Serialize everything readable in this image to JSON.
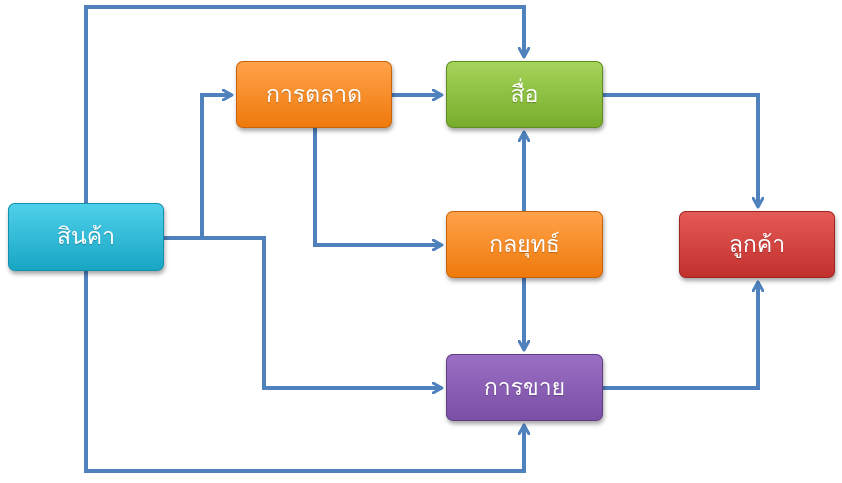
{
  "nodes": {
    "product": {
      "label": "สินค้า",
      "color_top": "#4fd0ea",
      "color_bottom": "#18a6c4",
      "border": "#1390ab"
    },
    "marketing": {
      "label": "การตลาด",
      "color_top": "#ffa24a",
      "color_bottom": "#ef7a0c",
      "border": "#c9630a"
    },
    "media": {
      "label": "สื่อ",
      "color_top": "#a4d45a",
      "color_bottom": "#78ad2b",
      "border": "#5f8c21"
    },
    "strategy": {
      "label": "กลยุทธ์",
      "color_top": "#ffa24a",
      "color_bottom": "#ef7a0c",
      "border": "#c9630a"
    },
    "customer": {
      "label": "ลูกค้า",
      "color_top": "#e45a56",
      "color_bottom": "#c2302c",
      "border": "#9e2522"
    },
    "sales": {
      "label": "การขาย",
      "color_top": "#9a6fc4",
      "color_bottom": "#7a4fa5",
      "border": "#603d85"
    }
  },
  "connector_color": "#4f81bd"
}
